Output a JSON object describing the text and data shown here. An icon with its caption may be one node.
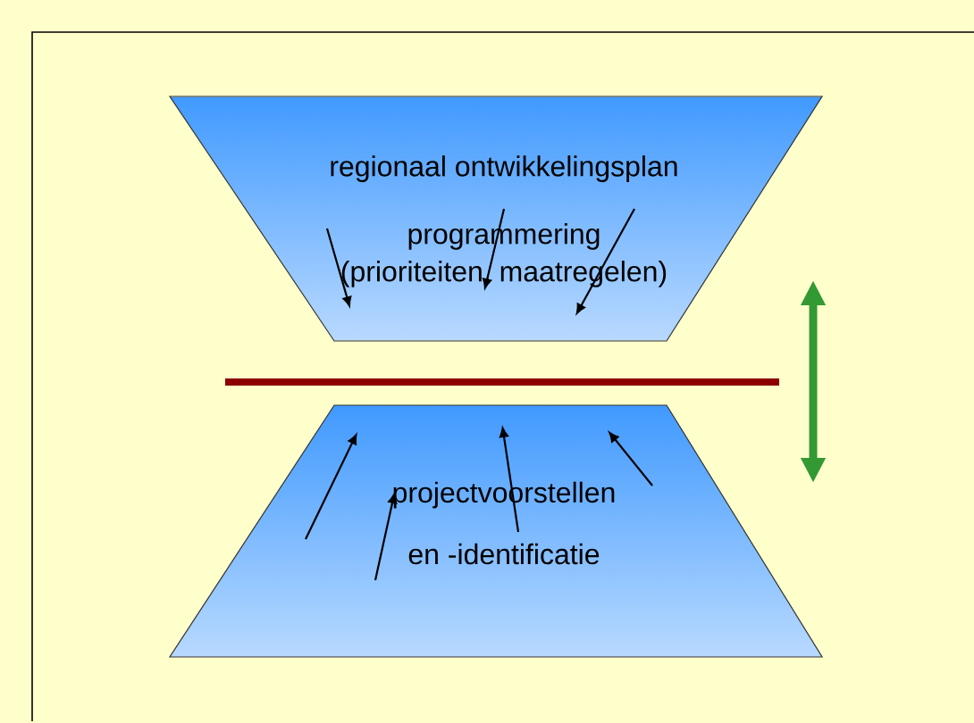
{
  "diagram": {
    "nodes": [
      {
        "text": [
          "regionaal ontwikkelingsplan",
          "programmering (prioriteiten, maatregelen)"
        ]
      },
      {
        "text": [
          "projectvoorstellen",
          "en -identificatie"
        ]
      }
    ],
    "edges": [
      {
        "from": 0,
        "to": 1,
        "arrow": "both"
      }
    ]
  }
}
